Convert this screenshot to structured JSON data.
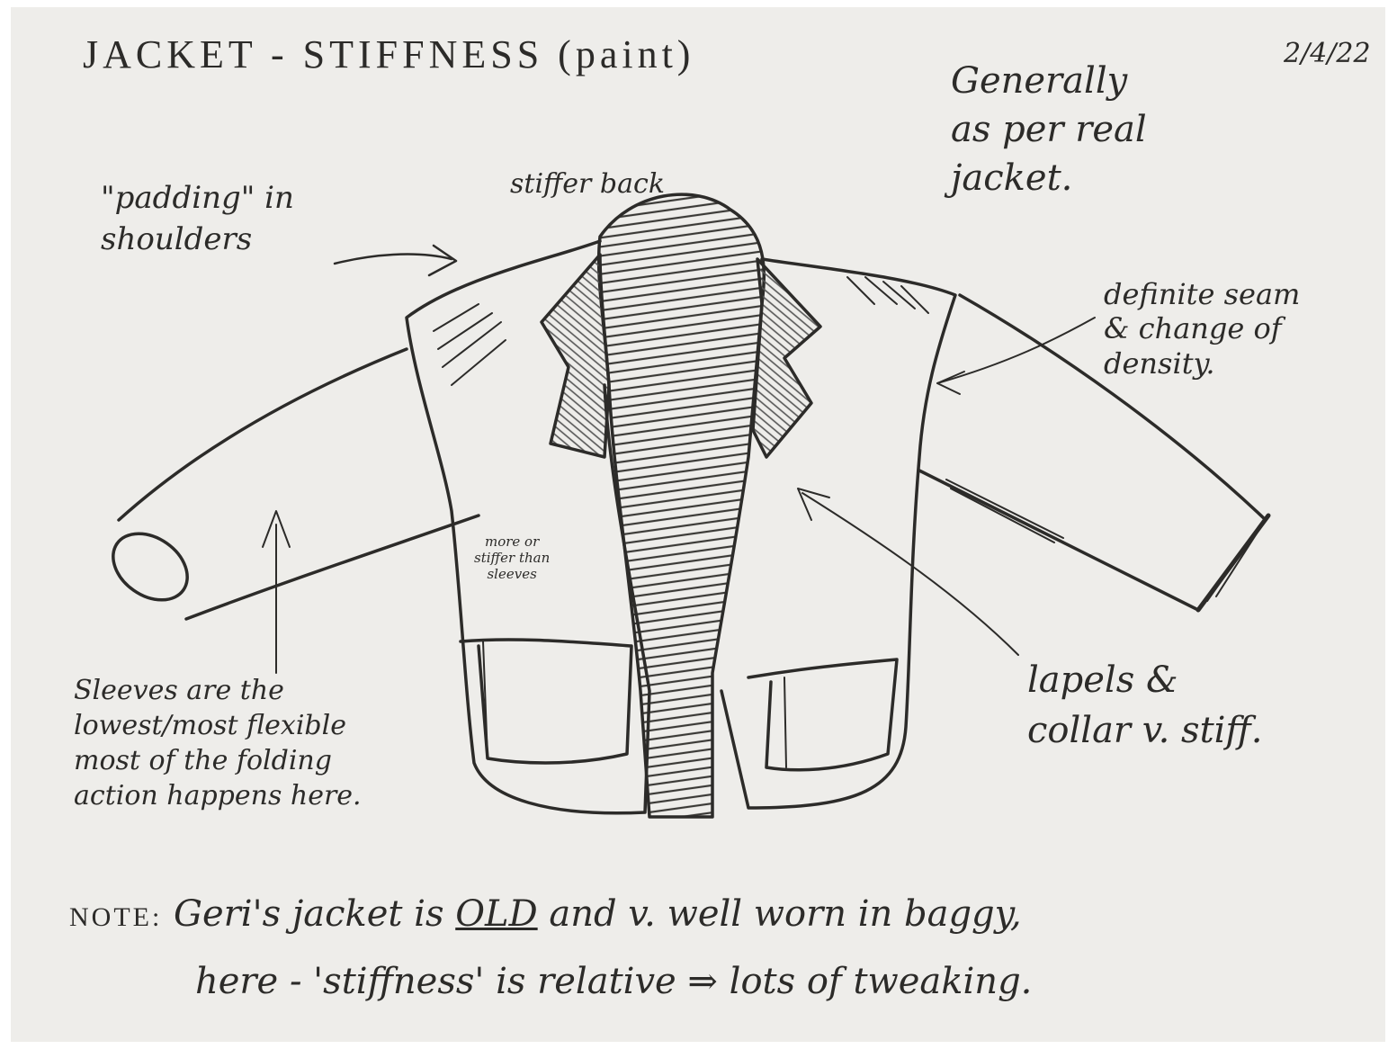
{
  "header": {
    "title": "JACKET - STIFFNESS (paint)",
    "date": "2/4/22",
    "general_note": "Generally\nas per real\njacket."
  },
  "annotations": {
    "stiffer_back": "stiffer back",
    "padding": "\"padding\" in\nshoulders",
    "seam": "definite seam\n& change of\ndensity.",
    "sleeves": "Sleeves are the\nlowest/most flexible\nmost of the folding\naction happens here.",
    "front_panel": "more or\nstiffer than\nsleeves",
    "lapels": "lapels &\ncollar v. stiff."
  },
  "note": {
    "label": "NOTE:",
    "line1_before": "Geri's jacket is",
    "line1_emph": "OLD",
    "line1_after": "and v. well worn in baggy,",
    "line2": "here - 'stiffness' is relative ⇒ lots of tweaking."
  },
  "colors": {
    "paper": "#eeedea",
    "ink": "#2c2b29"
  }
}
